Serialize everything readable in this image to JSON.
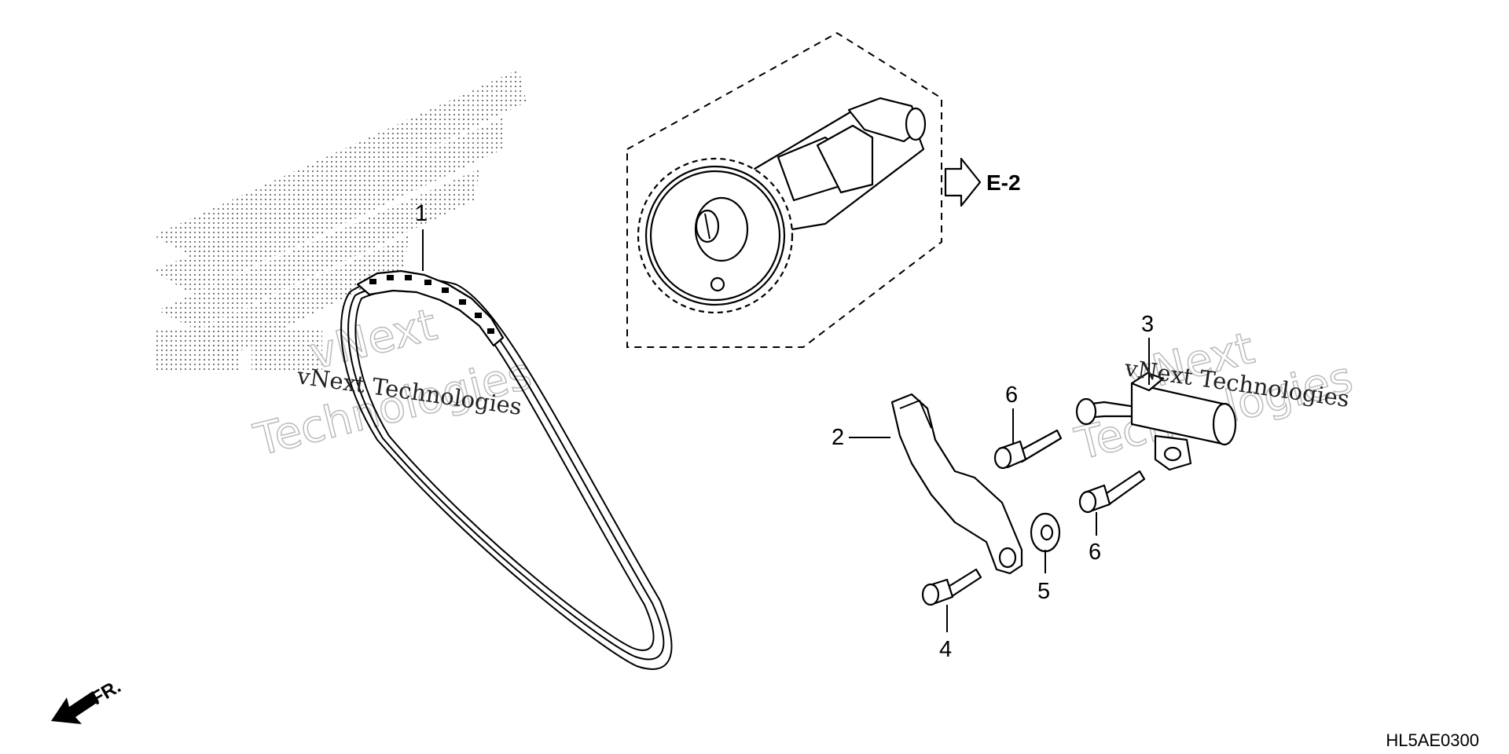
{
  "callouts": {
    "p1": "1",
    "p2": "2",
    "p3": "3",
    "p4": "4",
    "p5": "5",
    "p6a": "6",
    "p6b": "6"
  },
  "reference": {
    "label": "E-2"
  },
  "front_marker": {
    "label": "FR."
  },
  "diagram_code": "HL5AE0300",
  "watermarks": {
    "left_small": "vNext Technologies",
    "left_big_top": "vNext",
    "left_big_bottom": "Technologies",
    "right_small": "vNext Technologies",
    "right_big_top": "vNext",
    "right_big_bottom": "Technologies"
  },
  "icons": {
    "background_logo": "dotted-wing-logo",
    "front_arrow": "front-direction-arrow",
    "reference_arrow": "hollow-right-arrow"
  }
}
